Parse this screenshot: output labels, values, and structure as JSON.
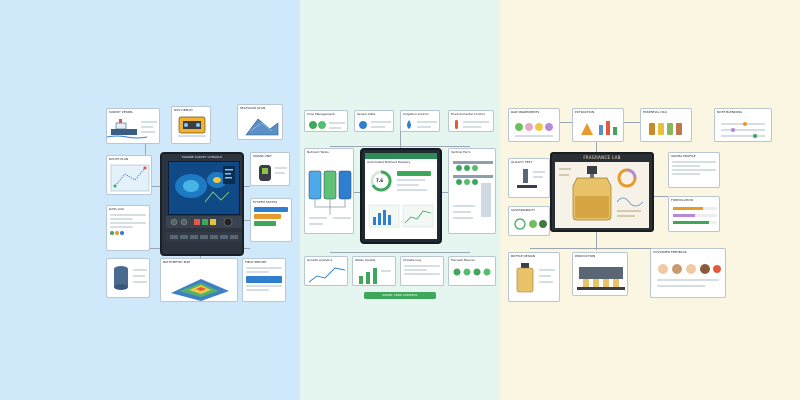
{
  "colors": {
    "left_bg": "#cfe8fa",
    "mid_bg": "#e4f6ef",
    "right_bg": "#fbf6e2",
    "accent_blue": "#2f7fd1",
    "accent_green": "#3ea75b",
    "accent_orange": "#e89a2c"
  },
  "left": {
    "device_title": "MARINE SURVEY CONSOLE",
    "cards": [
      {
        "title": "SURVEY VESSEL"
      },
      {
        "title": "ROV DEPLOY"
      },
      {
        "title": "SEAFLOOR SCAN"
      },
      {
        "title": "ROUTE PLAN"
      },
      {
        "title": "SONAR UNIT"
      },
      {
        "title": "DATA LOG"
      },
      {
        "title": "SYSTEM STATUS"
      },
      {
        "title": "BATHYMETRY MAP"
      },
      {
        "title": "FIELD REPORT"
      }
    ]
  },
  "mid": {
    "tablet_title": "Automated Nutrient Delivery",
    "gauge_value": "7.6",
    "footer": "SMART CROP CONTROL",
    "cards": [
      {
        "title": "Crop Management"
      },
      {
        "title": "Sensor Data"
      },
      {
        "title": "Irrigation Control"
      },
      {
        "title": "Environmental Control"
      },
      {
        "title": "Nutrient Tanks"
      },
      {
        "title": "Vertical Farm"
      },
      {
        "title": "Growth Analytics"
      },
      {
        "title": "Water Quality"
      },
      {
        "title": "Climate Log"
      },
      {
        "title": "Harvest Planner"
      }
    ]
  },
  "right": {
    "lab_title": "FRAGRANCE LAB",
    "cards": [
      {
        "title": "RAW INGREDIENTS"
      },
      {
        "title": "EXTRACTION"
      },
      {
        "title": "ESSENTIAL OILS"
      },
      {
        "title": "NOTE BLENDING"
      },
      {
        "title": "QUALITY TEST"
      },
      {
        "title": "AROMA PROFILE"
      },
      {
        "title": "SUSTAINABILITY"
      },
      {
        "title": "FORMULATION"
      },
      {
        "title": "BOTTLE DESIGN"
      },
      {
        "title": "PRODUCTION"
      },
      {
        "title": "CUSTOMER FEEDBACK"
      }
    ]
  }
}
